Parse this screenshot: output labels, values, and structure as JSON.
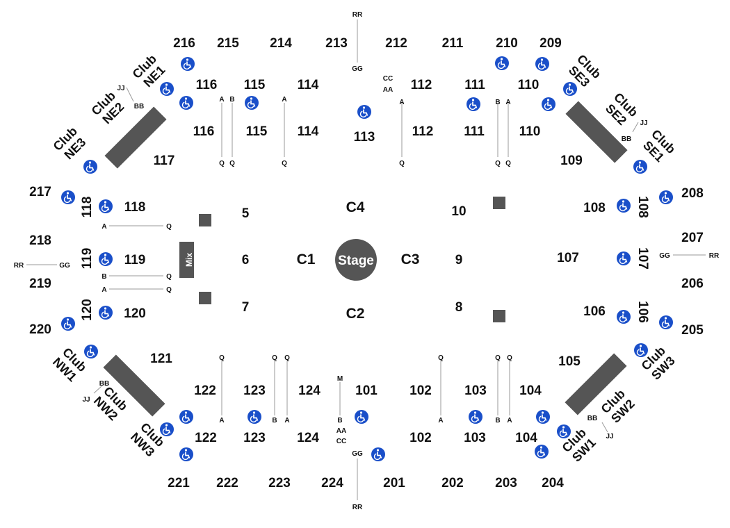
{
  "colors": {
    "block": "#555555",
    "accessible": "#1a4fc9",
    "line": "#9a9a9a",
    "text": "#111111"
  },
  "icon_names": {
    "accessible": "wheelchair-icon"
  },
  "stage": {
    "label": "Stage"
  },
  "mix": {
    "label": "Mix"
  },
  "labels": {
    "s216": "216",
    "s215": "215",
    "s214": "214",
    "s213": "213",
    "s212": "212",
    "s211": "211",
    "s210": "210",
    "s209": "209",
    "rr_top": "RR",
    "gg_top": "GG",
    "cc_top": "CC",
    "aa_top": "AA",
    "r116a": "116",
    "r115a": "115",
    "r114a": "114",
    "r112a": "112",
    "r111a": "111",
    "r110a": "110",
    "r116b": "116",
    "r115b": "115",
    "r114b": "114",
    "r113": "113",
    "r112b": "112",
    "r111b": "111",
    "r110b": "110",
    "s117": "117",
    "s109": "109",
    "q116": "Q",
    "q115": "Q",
    "q114": "Q",
    "q112": "Q",
    "q111": "Q",
    "q110": "Q",
    "a116": "A",
    "b115": "B",
    "a114": "A",
    "a112": "A",
    "b111": "B",
    "a110": "A",
    "s217": "217",
    "s218": "218",
    "s219": "219",
    "s220": "220",
    "s208": "208",
    "s207": "207",
    "s206": "206",
    "s205": "205",
    "s118v": "118",
    "s119v": "119",
    "s120v": "120",
    "s118": "118",
    "s119": "119",
    "s120": "120",
    "s108": "108",
    "s107": "107",
    "s106": "106",
    "s108v": "108",
    "s107v": "107",
    "s106v": "106",
    "rr_left": "RR",
    "gg_left": "GG",
    "gg_right": "GG",
    "rr_right": "RR",
    "a118": "A",
    "q118": "Q",
    "b119": "B",
    "q119b": "Q",
    "a119": "A",
    "q119a": "Q",
    "f5": "5",
    "f6": "6",
    "f7": "7",
    "f8": "8",
    "f9": "9",
    "f10": "10",
    "c1": "C1",
    "c2": "C2",
    "c3": "C3",
    "c4": "C4",
    "s121": "121",
    "s105": "105",
    "q122": "Q",
    "q123": "Q",
    "q124": "Q",
    "m101": "M",
    "q102": "Q",
    "q103": "Q",
    "q104": "Q",
    "a122": "A",
    "b123": "B",
    "a124": "A",
    "b101": "B",
    "aa101": "AA",
    "cc101": "CC",
    "a102": "A",
    "b103": "B",
    "a104": "A",
    "r122a": "122",
    "r123a": "123",
    "r124a": "124",
    "r101": "101",
    "r102a": "102",
    "r103a": "103",
    "r104a": "104",
    "r122b": "122",
    "r123b": "123",
    "r124b": "124",
    "r102b": "102",
    "r103b": "103",
    "r104b": "104",
    "gg_bottom": "GG",
    "rr_bottom": "RR",
    "s221": "221",
    "s222": "222",
    "s223": "223",
    "s224": "224",
    "s201": "201",
    "s202": "202",
    "s203": "203",
    "s204": "204",
    "jj_ne": "JJ",
    "bb_ne": "BB",
    "jj_se": "JJ",
    "bb_se": "BB",
    "bb_nw": "BB",
    "jj_nw": "JJ",
    "bb_sw": "BB",
    "jj_sw": "JJ"
  },
  "clubs": {
    "ne1": {
      "line1": "Club",
      "line2": "NE1"
    },
    "ne2": {
      "line1": "Club",
      "line2": "NE2"
    },
    "ne3": {
      "line1": "Club",
      "line2": "NE3"
    },
    "se1": {
      "line1": "Club",
      "line2": "SE1"
    },
    "se2": {
      "line1": "Club",
      "line2": "SE2"
    },
    "se3": {
      "line1": "Club",
      "line2": "SE3"
    },
    "nw1": {
      "line1": "Club",
      "line2": "NW1"
    },
    "nw2": {
      "line1": "Club",
      "line2": "NW2"
    },
    "nw3": {
      "line1": "Club",
      "line2": "NW3"
    },
    "sw1": {
      "line1": "Club",
      "line2": "SW1"
    },
    "sw2": {
      "line1": "Club",
      "line2": "SW2"
    },
    "sw3": {
      "line1": "Club",
      "line2": "SW3"
    }
  }
}
